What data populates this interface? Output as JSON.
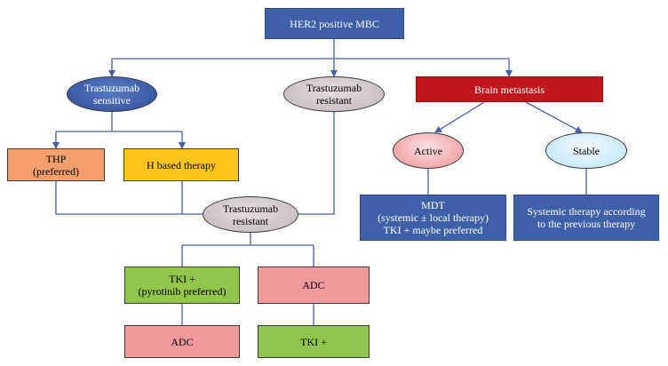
{
  "nodes": {
    "her2": "HER2 positive MBC",
    "sensitive": "Trastuzumab\nsensitive",
    "resistant_top": "Trastuzumab\nresistant",
    "brain": "Brain metastasis",
    "thp": "THP\n(preferred)",
    "h_based": "H based therapy",
    "active": "Active",
    "stable": "Stable",
    "resistant_mid": "Trastuzumab\nresistant",
    "mdt": "MDT\n(systemic ± local therapy)\nTKI + maybe preferred",
    "systemic": "Systemic therapy according\nto the previous therapy",
    "tki_pyro": "TKI +\n(pyrotinib preferred)",
    "adc_top": "ADC",
    "adc_bottom": "ADC",
    "tki_bottom": "TKI +"
  },
  "colors": {
    "line": "#4a5fa0",
    "blue_box": "#3f5fa8",
    "brain_box": "#c0161c",
    "thp_box": "#f4a06d",
    "h_box": "#ffc51a",
    "green_box": "#92c54c",
    "pink_box": "#f19a9c"
  }
}
